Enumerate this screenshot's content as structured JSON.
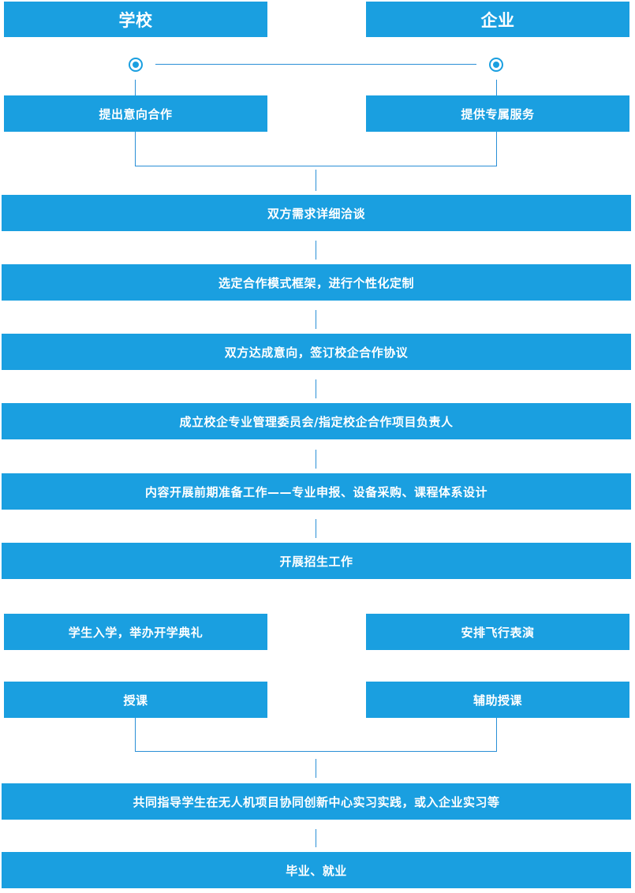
{
  "headers": {
    "school": "学校",
    "enterprise": "企业"
  },
  "top_left": "提出意向合作",
  "top_right": "提供专属服务",
  "steps": [
    "双方需求详细洽谈",
    "选定合作模式框架，进行个性化定制",
    "双方达成意向，签订校企合作协议",
    "成立校企专业管理委员会/指定校企合作项目负责人",
    "内容开展前期准备工作——专业申报、设备采购、课程体系设计",
    "开展招生工作"
  ],
  "mid_left": [
    "学生入学，举办开学典礼",
    "授课"
  ],
  "mid_right": [
    "安排飞行表演",
    "辅助授课"
  ],
  "bottom_steps": [
    "共同指导学生在无人机项目协同创新中心实习实践，或入企业实习等",
    "毕业、就业"
  ],
  "colors": {
    "box": "#1a9fe0",
    "line": "#2a8fd6",
    "text": "#ffffff"
  }
}
